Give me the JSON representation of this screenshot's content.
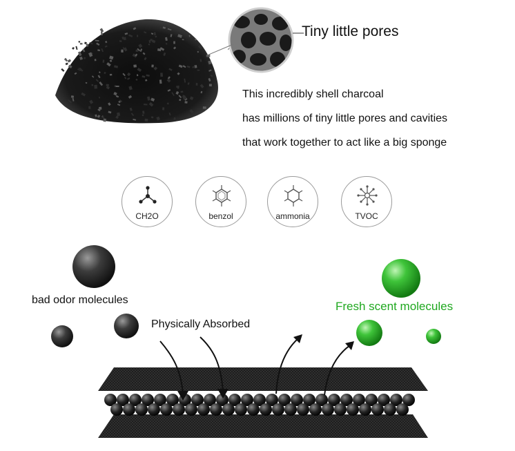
{
  "pores_label": "Tiny little pores",
  "description": [
    "This incredibly shell charcoal",
    "has millions of tiny little pores and cavities",
    "that work together to act like a big sponge"
  ],
  "chemicals": [
    {
      "label": "CH2O",
      "icon": "formaldehyde-molecule-icon"
    },
    {
      "label": "benzol",
      "icon": "benzene-ring-icon"
    },
    {
      "label": "ammonia",
      "icon": "ammonia-ring-icon"
    },
    {
      "label": "TVOC",
      "icon": "tvoc-star-icon"
    }
  ],
  "bad_label": "bad odor molecules",
  "absorbed_label": "Physically Absorbed",
  "fresh_label": "Fresh scent molecules",
  "colors": {
    "fresh": "#1fa81f",
    "bad": "#2a2a2a",
    "mesh": "#1c1c1c"
  }
}
